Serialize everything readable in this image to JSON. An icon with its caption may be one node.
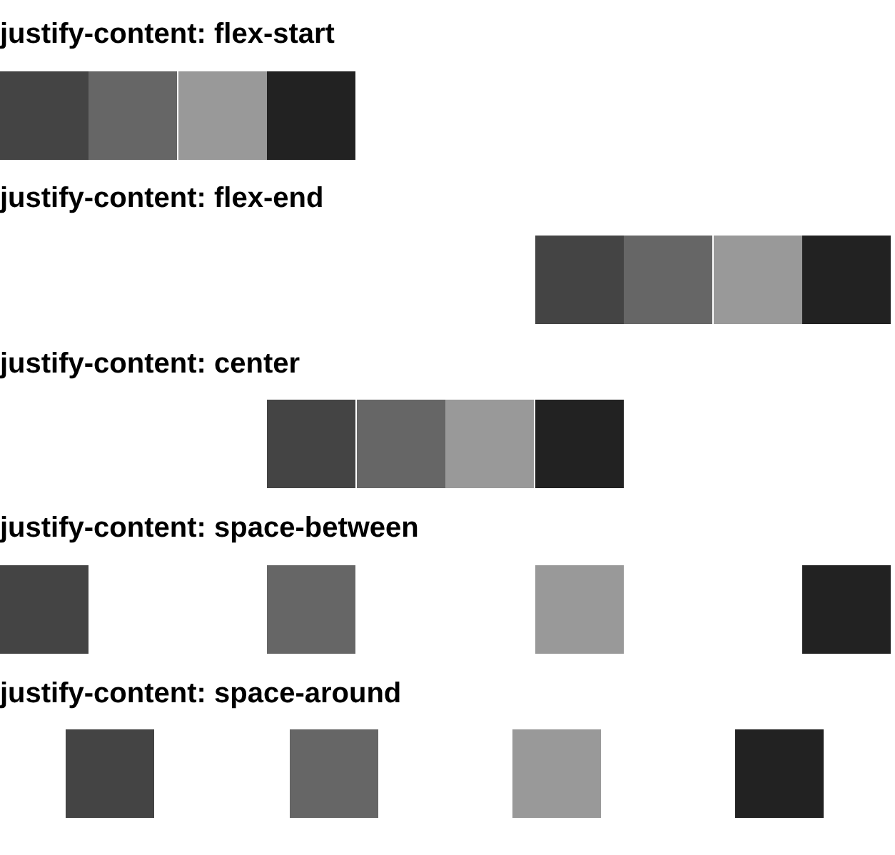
{
  "diagram": {
    "labels": [
      "justify-content: flex-start",
      "justify-content: flex-end",
      "justify-content: center",
      "justify-content: space-between",
      "justify-content: space-around"
    ]
  }
}
